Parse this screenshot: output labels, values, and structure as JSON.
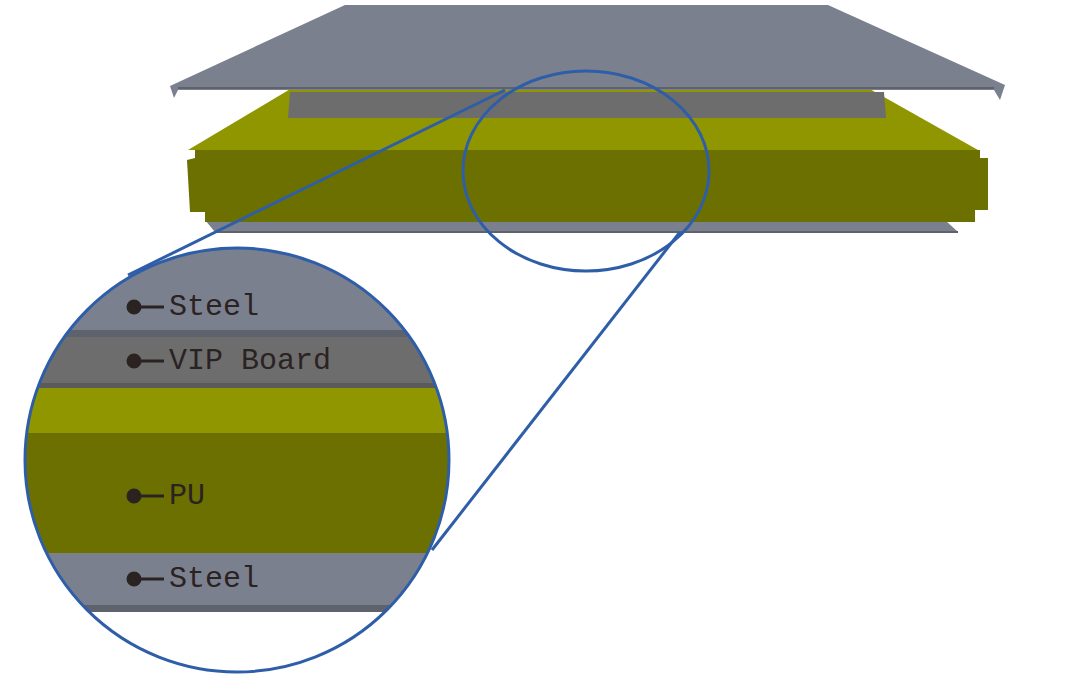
{
  "diagram": {
    "labels": [
      "Steel",
      "VIP Board",
      "PU",
      "Steel"
    ]
  }
}
